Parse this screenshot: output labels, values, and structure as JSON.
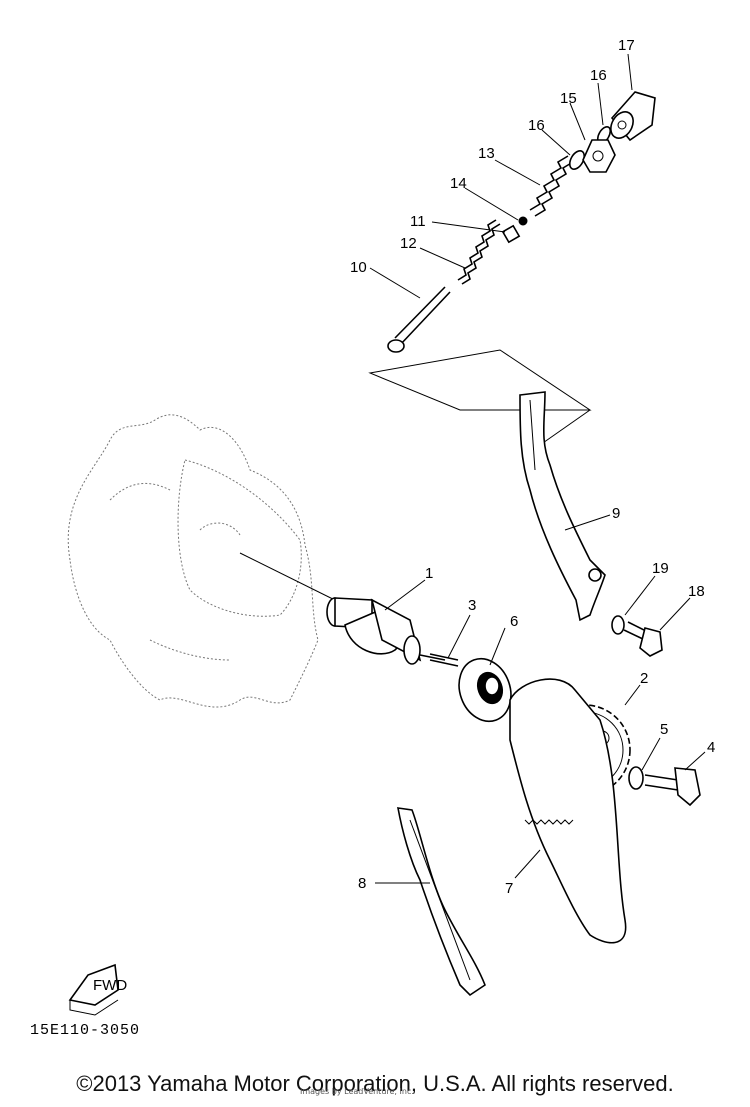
{
  "diagram": {
    "callouts": [
      {
        "id": "1",
        "label": "1"
      },
      {
        "id": "2",
        "label": "2"
      },
      {
        "id": "3",
        "label": "3"
      },
      {
        "id": "4",
        "label": "4"
      },
      {
        "id": "5",
        "label": "5"
      },
      {
        "id": "6",
        "label": "6"
      },
      {
        "id": "7",
        "label": "7"
      },
      {
        "id": "8",
        "label": "8"
      },
      {
        "id": "9",
        "label": "9"
      },
      {
        "id": "10",
        "label": "10"
      },
      {
        "id": "11",
        "label": "11"
      },
      {
        "id": "12",
        "label": "12"
      },
      {
        "id": "13",
        "label": "13"
      },
      {
        "id": "14",
        "label": "14"
      },
      {
        "id": "15",
        "label": "15"
      },
      {
        "id": "16a",
        "label": "16"
      },
      {
        "id": "16b",
        "label": "16"
      },
      {
        "id": "17",
        "label": "17"
      },
      {
        "id": "18",
        "label": "18"
      },
      {
        "id": "19",
        "label": "19"
      }
    ],
    "fwd_label": "FWD",
    "diagram_code": "15E110-3050"
  },
  "footer": {
    "copyright": "©2013 Yamaha Motor Corporation, U.S.A. All rights reserved.",
    "watermark": "Images by LeadVenture, Inc."
  }
}
